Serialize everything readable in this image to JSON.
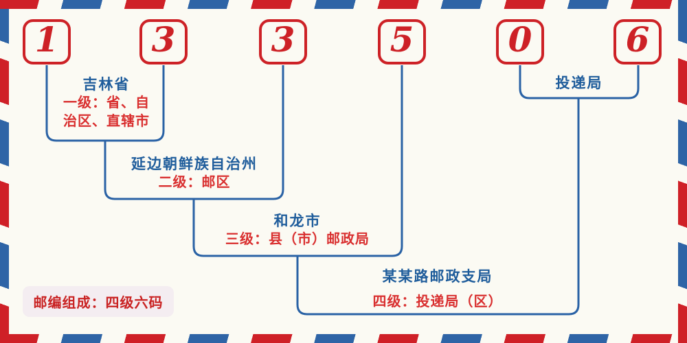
{
  "postal_code": {
    "value": "133506",
    "digits": [
      "1",
      "3",
      "3",
      "5",
      "0",
      "6"
    ]
  },
  "levels": [
    {
      "place": "吉林省",
      "desc_lines": [
        "一级：省、自",
        "治区、直辖市"
      ]
    },
    {
      "place": "延边朝鲜族自治州",
      "desc_lines": [
        "二级：邮区"
      ]
    },
    {
      "place": "和龙市",
      "desc_lines": [
        "三级：县（市）邮政局"
      ]
    },
    {
      "place": "某某路邮政支局",
      "desc_lines": [
        "四级：投递局（区）"
      ]
    },
    {
      "place": "投递局",
      "desc_lines": []
    }
  ],
  "footer": {
    "composition_note": "邮编组成：四级六码"
  },
  "colors": {
    "accent_red": "#cd2126",
    "text_red": "#d92f2f",
    "text_blue": "#1e5c9b",
    "line_blue": "#2a62a5",
    "stripe_red": "#cf2027",
    "stripe_blue": "#2e64a6",
    "note_bg": "#f4edf1",
    "background": "#fbfaf3"
  }
}
